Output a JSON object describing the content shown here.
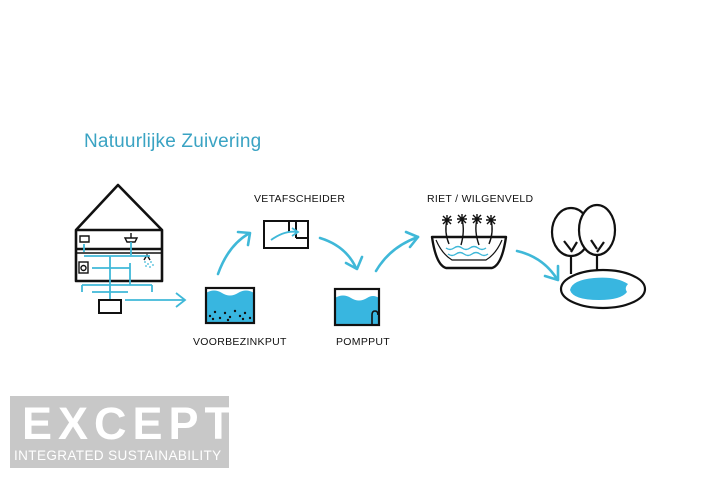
{
  "title": "Natuurlijke Zuivering",
  "stages": {
    "vetafscheider": "VETAFSCHEIDER",
    "riet": "RIET / WILGENVELD",
    "voorbezinkput": "VOORBEZINKPUT",
    "pompput": "POMPPUT"
  },
  "logo": {
    "word": "EXCEPT",
    "tagline": "INTEGRATED SUSTAINABILITY"
  },
  "colors": {
    "accent": "#3fb8d8",
    "water": "#38b6e0",
    "ink": "#111111",
    "logo_bg": "#c8c8c8"
  }
}
